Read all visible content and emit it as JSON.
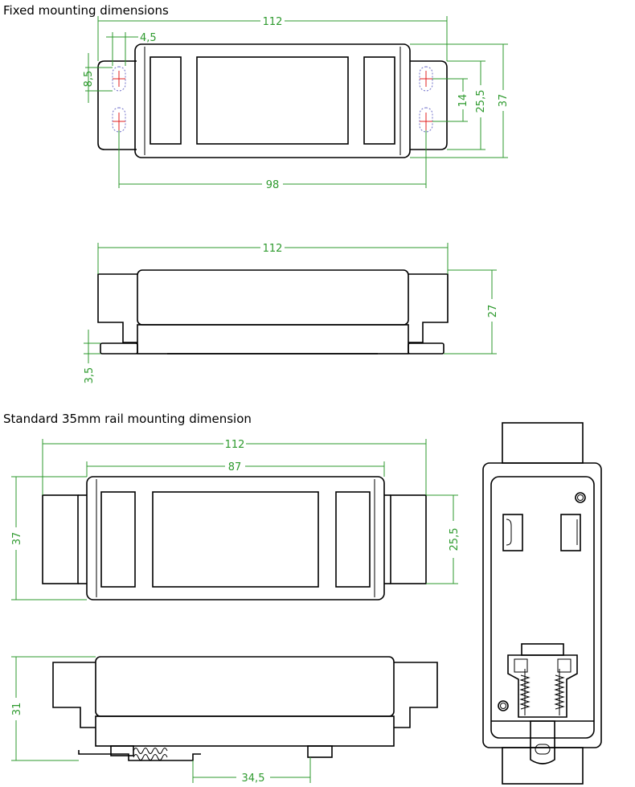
{
  "sections": {
    "fixed_title": "Fixed mounting dimensions",
    "rail_title": "Standard 35mm rail mounting dimension"
  },
  "dimensions": {
    "fixed_top_width": "112",
    "fixed_ear_offset": "4,5",
    "fixed_slot_height": "8,5",
    "fixed_hole_spacing_v": "14",
    "fixed_ear_height": "25,5",
    "fixed_total_height": "37",
    "fixed_hole_spacing_h": "98",
    "fixed_side_width": "112",
    "fixed_side_height": "27",
    "fixed_base_thickness": "3,5",
    "rail_top_width": "112",
    "rail_body_width": "87",
    "rail_total_height": "37",
    "rail_ear_height": "25,5",
    "rail_side_height": "31",
    "rail_clip_width": "34,5"
  },
  "colors": {
    "dimension_line": "#2e9a2e",
    "outline": "#000000",
    "hole_cross": "#e02020",
    "hidden_slot": "#6c6cc8"
  }
}
